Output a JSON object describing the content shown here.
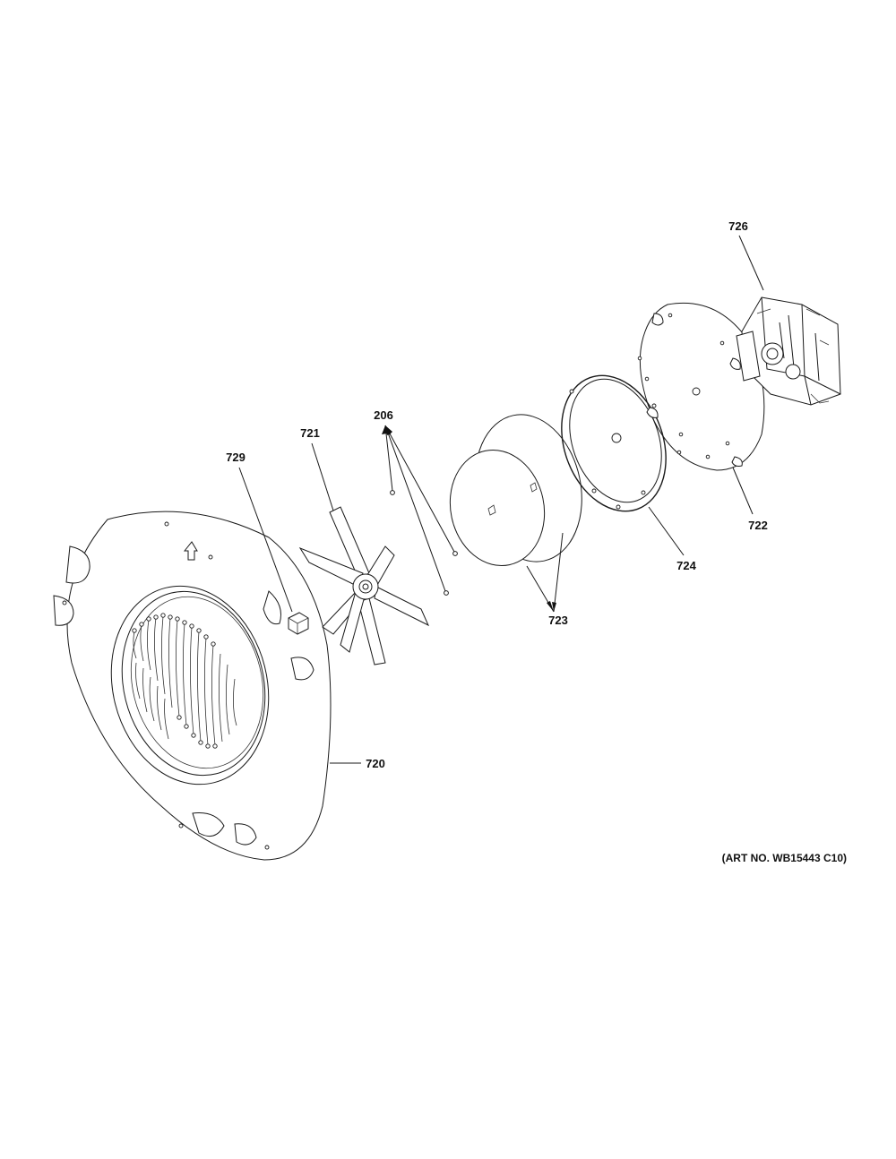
{
  "callouts": {
    "c726": "726",
    "c206": "206",
    "c721": "721",
    "c729": "729",
    "c722": "722",
    "c724": "724",
    "c723": "723",
    "c720": "720"
  },
  "art_number": "(ART NO. WB15443 C10)"
}
